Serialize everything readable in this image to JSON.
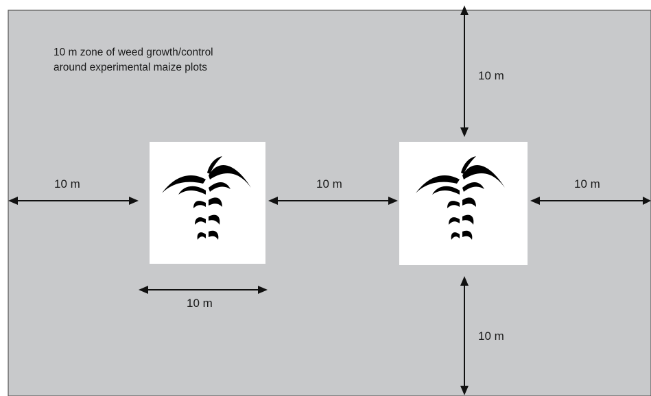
{
  "zone_caption": {
    "line1": "10 m zone of weed growth/control",
    "line2": "around experimental maize plots"
  },
  "labels": {
    "left_gap": "10 m",
    "between_plots": "10 m",
    "right_gap": "10 m",
    "plot_width": "10 m",
    "top_gap": "10 m",
    "bottom_gap": "10 m"
  },
  "colors": {
    "zone": "#c8c9cb",
    "plot": "#ffffff",
    "ink": "#111111"
  },
  "icons": {
    "plot_icon": "maize-plant-icon"
  }
}
